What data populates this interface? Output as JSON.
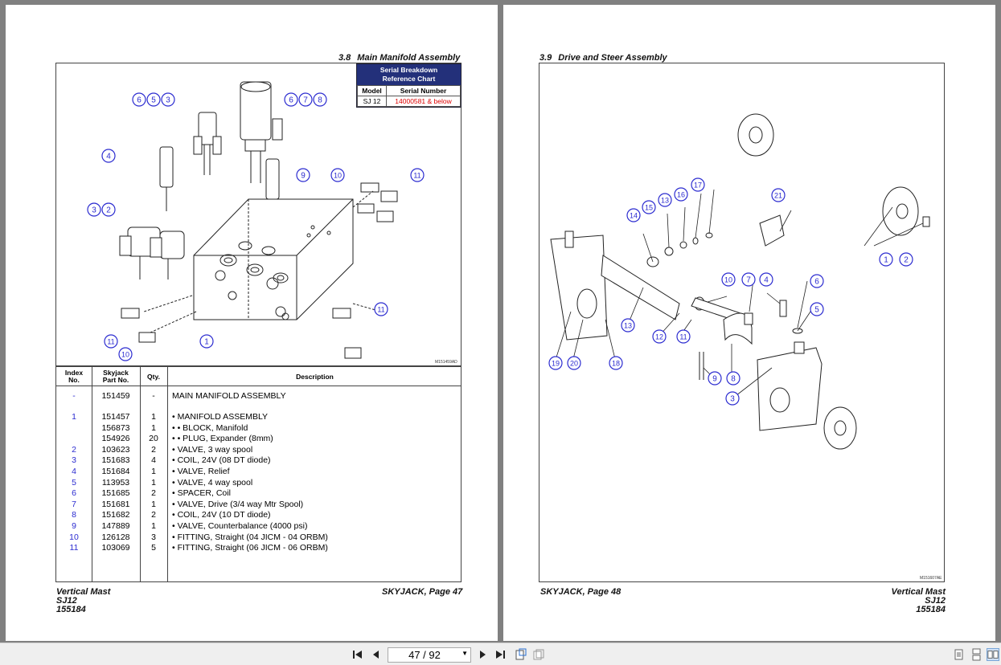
{
  "left_page": {
    "section_number": "3.8",
    "section_title": "Main Manifold Assembly",
    "serial_chart": {
      "title_line1": "Serial Breakdown",
      "title_line2": "Reference Chart",
      "col_model": "Model",
      "col_serial": "Serial Number",
      "model": "SJ 12",
      "serial": "14000581 & below"
    },
    "figure_id": "M151459AD",
    "balloons": [
      "6",
      "5",
      "3",
      "6",
      "7",
      "8",
      "4",
      "9",
      "10",
      "11",
      "3",
      "2",
      "11",
      "10",
      "1",
      "11"
    ],
    "table": {
      "headers": {
        "index": [
          "Index",
          "No."
        ],
        "part": [
          "Skyjack",
          "Part No."
        ],
        "qty": "Qty.",
        "desc": "Description"
      },
      "rows": [
        {
          "index": "-",
          "part": "151459",
          "qty": "-",
          "desc": "MAIN MANIFOLD ASSEMBLY"
        },
        {
          "index": "1",
          "part": "151457",
          "qty": "1",
          "desc": "•  MANIFOLD ASSEMBLY"
        },
        {
          "index": "",
          "part": "156873",
          "qty": "1",
          "desc": "•  •  BLOCK, Manifold"
        },
        {
          "index": "",
          "part": "154926",
          "qty": "20",
          "desc": "•  •  PLUG, Expander (8mm)"
        },
        {
          "index": "2",
          "part": "103623",
          "qty": "2",
          "desc": "•  VALVE, 3 way spool"
        },
        {
          "index": "3",
          "part": "151683",
          "qty": "4",
          "desc": "•  COIL, 24V (08 DT diode)"
        },
        {
          "index": "4",
          "part": "151684",
          "qty": "1",
          "desc": "•  VALVE, Relief"
        },
        {
          "index": "5",
          "part": "113953",
          "qty": "1",
          "desc": "•  VALVE, 4 way spool"
        },
        {
          "index": "6",
          "part": "151685",
          "qty": "2",
          "desc": "•  SPACER, Coil"
        },
        {
          "index": "7",
          "part": "151681",
          "qty": "1",
          "desc": "•  VALVE, Drive (3/4 way Mtr Spool)"
        },
        {
          "index": "8",
          "part": "151682",
          "qty": "2",
          "desc": "•  COIL, 24V (10 DT diode)"
        },
        {
          "index": "9",
          "part": "147889",
          "qty": "1",
          "desc": "•  VALVE, Counterbalance (4000 psi)"
        },
        {
          "index": "10",
          "part": "126128",
          "qty": "3",
          "desc": "•  FITTING, Straight (04 JICM - 04 ORBM)"
        },
        {
          "index": "11",
          "part": "103069",
          "qty": "5",
          "desc": "•  FITTING, Straight (06 JICM - 06 ORBM)"
        }
      ]
    },
    "footer": {
      "line1": "Vertical Mast",
      "line2": "SJ12",
      "line3": "155184",
      "page": "SKYJACK, Page 47"
    }
  },
  "right_page": {
    "section_number": "3.9",
    "section_title": "Drive and Steer Assembly",
    "figure_id": "M151607AE",
    "balloons": [
      "17",
      "16",
      "13",
      "15",
      "14",
      "21",
      "1",
      "2",
      "10",
      "7",
      "4",
      "6",
      "5",
      "13",
      "12",
      "11",
      "19",
      "20",
      "18",
      "9",
      "8",
      "3"
    ],
    "footer": {
      "line1": "Vertical Mast",
      "line2": "SJ12",
      "line3": "155184",
      "page": "SKYJACK, Page 48"
    }
  },
  "toolbar": {
    "page_indicator": "47 / 92",
    "icons": [
      "first-page-icon",
      "prev-page-icon",
      "next-page-icon",
      "last-page-icon",
      "fit-page-icon",
      "fit-width-icon",
      "single-page-view-icon",
      "continuous-view-icon",
      "facing-view-icon"
    ]
  },
  "colors": {
    "balloon": "#2b2bd0",
    "chart_header": "#23307a",
    "serial_red": "#d00000",
    "viewer_bg": "#808080"
  }
}
